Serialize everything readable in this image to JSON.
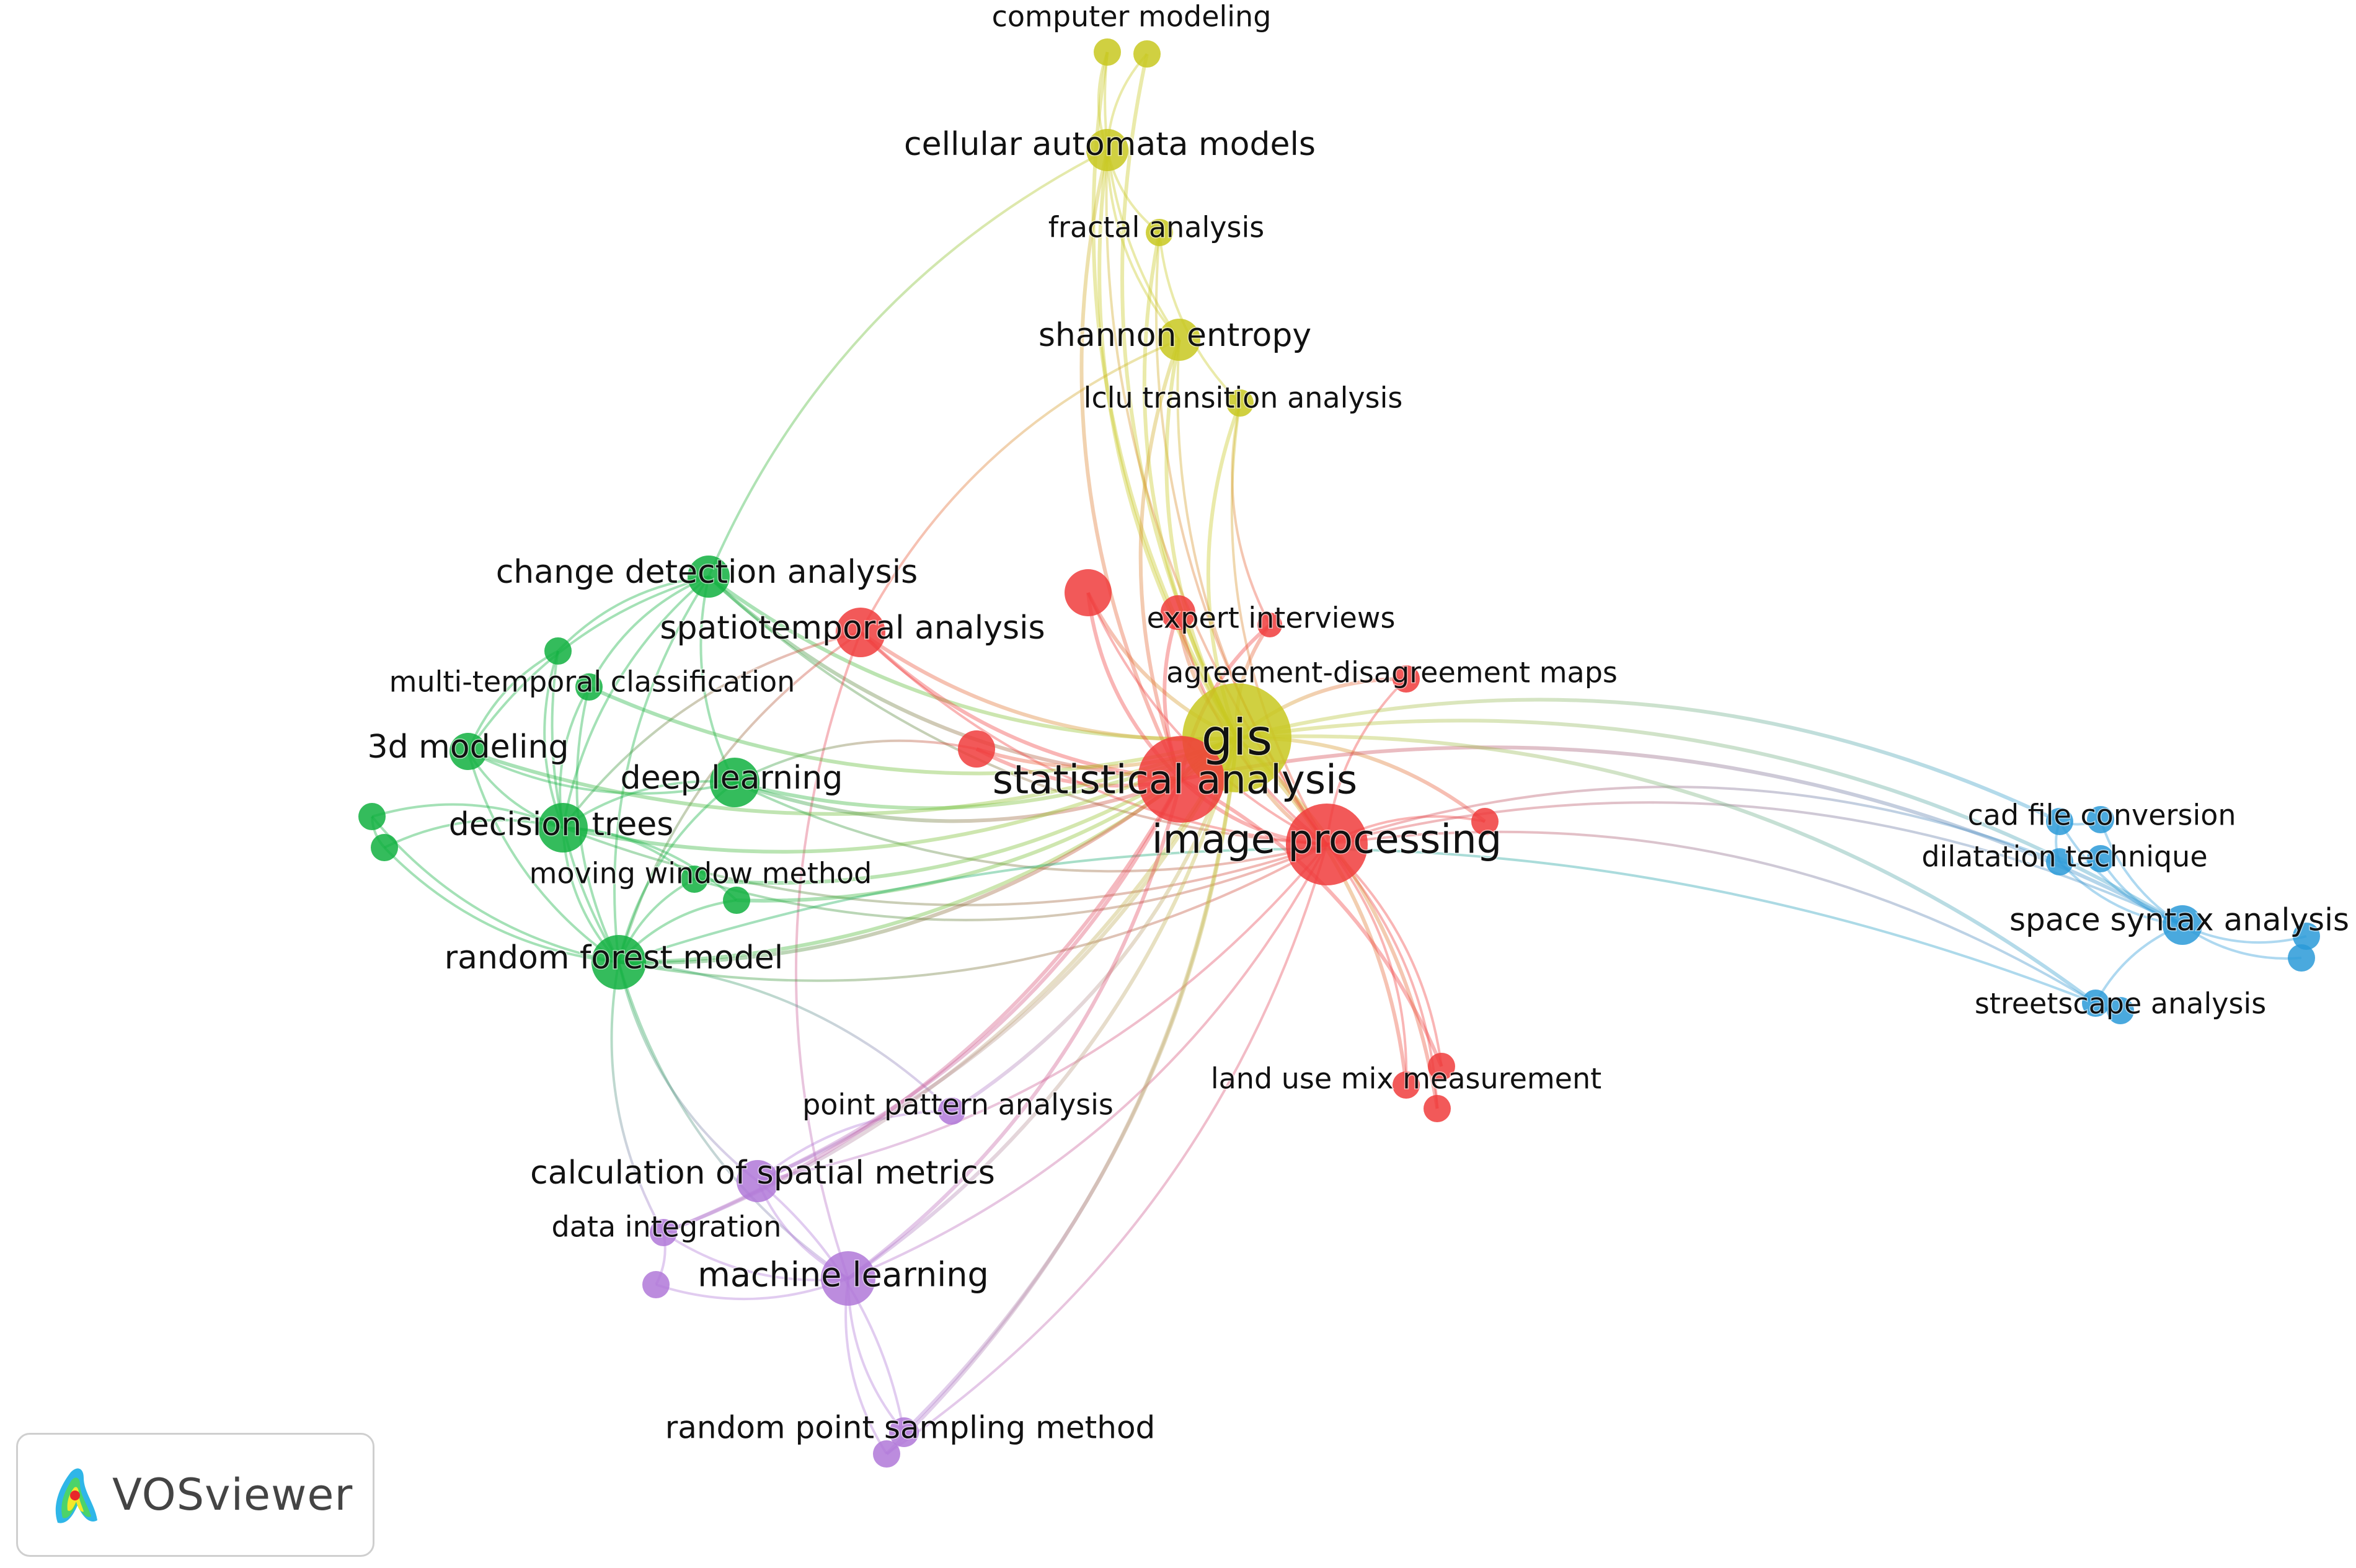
{
  "app": {
    "name": "VOSviewer"
  },
  "clusters": {
    "red": {
      "color": "#f03c3c"
    },
    "yellow": {
      "color": "#c8c820"
    },
    "green": {
      "color": "#10b040"
    },
    "blue": {
      "color": "#2a9ad8"
    },
    "purple": {
      "color": "#b078d8"
    }
  },
  "nodes": [
    {
      "id": "gis",
      "label": "gis",
      "cluster": "yellow"
    },
    {
      "id": "statistical_analysis",
      "label": "statistical analysis",
      "cluster": "red"
    },
    {
      "id": "image_processing",
      "label": "image processing",
      "cluster": "red"
    },
    {
      "id": "computer_modeling",
      "label": "computer modeling",
      "cluster": "yellow"
    },
    {
      "id": "computer_modeling_b",
      "label": "",
      "cluster": "yellow"
    },
    {
      "id": "cellular_automata_models",
      "label": "cellular automata models",
      "cluster": "yellow"
    },
    {
      "id": "fractal_analysis",
      "label": "fractal analysis",
      "cluster": "yellow"
    },
    {
      "id": "shannon_entropy",
      "label": "shannon entropy",
      "cluster": "yellow"
    },
    {
      "id": "lclu_transition_analysis",
      "label": "lclu transition analysis",
      "cluster": "yellow"
    },
    {
      "id": "change_detection_analysis",
      "label": "change detection analysis",
      "cluster": "green"
    },
    {
      "id": "spatiotemporal_analysis",
      "label": "spatiotemporal analysis",
      "cluster": "red"
    },
    {
      "id": "red_unlabeled_a",
      "label": "",
      "cluster": "red"
    },
    {
      "id": "expert_interviews",
      "label": "expert interviews",
      "cluster": "red"
    },
    {
      "id": "red_unlabeled_b",
      "label": "",
      "cluster": "red"
    },
    {
      "id": "agreement_disagreement_maps",
      "label": "agreement-disagreement maps",
      "cluster": "red"
    },
    {
      "id": "red_unlabeled_c",
      "label": "",
      "cluster": "red"
    },
    {
      "id": "red_unlabeled_d",
      "label": "",
      "cluster": "red"
    },
    {
      "id": "multi_temporal_classification",
      "label": "multi-temporal classification",
      "cluster": "green"
    },
    {
      "id": "green_unlabeled_a",
      "label": "",
      "cluster": "green"
    },
    {
      "id": "3d_modeling",
      "label": "3d modeling",
      "cluster": "green"
    },
    {
      "id": "deep_learning",
      "label": "deep learning",
      "cluster": "green"
    },
    {
      "id": "decision_trees",
      "label": "decision trees",
      "cluster": "green"
    },
    {
      "id": "green_unlabeled_b",
      "label": "",
      "cluster": "green"
    },
    {
      "id": "green_unlabeled_c",
      "label": "",
      "cluster": "green"
    },
    {
      "id": "moving_window_method",
      "label": "moving window method",
      "cluster": "green"
    },
    {
      "id": "green_unlabeled_d",
      "label": "",
      "cluster": "green"
    },
    {
      "id": "random_forest_model",
      "label": "random forest model",
      "cluster": "green"
    },
    {
      "id": "cad_file_conversion",
      "label": "cad file conversion",
      "cluster": "blue"
    },
    {
      "id": "blue_unlabeled_a",
      "label": "",
      "cluster": "blue"
    },
    {
      "id": "dilatation_technique",
      "label": "dilatation technique",
      "cluster": "blue"
    },
    {
      "id": "blue_unlabeled_b",
      "label": "",
      "cluster": "blue"
    },
    {
      "id": "space_syntax_analysis",
      "label": "space syntax analysis",
      "cluster": "blue"
    },
    {
      "id": "blue_unlabeled_c",
      "label": "",
      "cluster": "blue"
    },
    {
      "id": "blue_unlabeled_d",
      "label": "",
      "cluster": "blue"
    },
    {
      "id": "streetscape_analysis",
      "label": "streetscape analysis",
      "cluster": "blue"
    },
    {
      "id": "blue_unlabeled_e",
      "label": "",
      "cluster": "blue"
    },
    {
      "id": "land_use_mix_measurement",
      "label": "land use mix measurement",
      "cluster": "red"
    },
    {
      "id": "red_unlabeled_e",
      "label": "",
      "cluster": "red"
    },
    {
      "id": "red_unlabeled_f",
      "label": "",
      "cluster": "red"
    },
    {
      "id": "point_pattern_analysis",
      "label": "point pattern analysis",
      "cluster": "purple"
    },
    {
      "id": "calculation_of_spatial_metrics",
      "label": "calculation of spatial metrics",
      "cluster": "purple"
    },
    {
      "id": "data_integration",
      "label": "data integration",
      "cluster": "purple"
    },
    {
      "id": "purple_unlabeled_a",
      "label": "",
      "cluster": "purple"
    },
    {
      "id": "machine_learning",
      "label": "machine learning",
      "cluster": "purple"
    },
    {
      "id": "random_point_sampling_method",
      "label": "random point sampling method",
      "cluster": "purple"
    },
    {
      "id": "purple_unlabeled_b",
      "label": "",
      "cluster": "purple"
    }
  ],
  "links": [
    [
      "gis",
      "statistical_analysis"
    ],
    [
      "gis",
      "image_processing"
    ],
    [
      "statistical_analysis",
      "image_processing"
    ],
    [
      "computer_modeling",
      "cellular_automata_models"
    ],
    [
      "computer_modeling_b",
      "cellular_automata_models"
    ],
    [
      "computer_modeling",
      "gis"
    ],
    [
      "computer_modeling_b",
      "gis"
    ],
    [
      "computer_modeling",
      "shannon_entropy"
    ],
    [
      "cellular_automata_models",
      "gis"
    ],
    [
      "cellular_automata_models",
      "fractal_analysis"
    ],
    [
      "cellular_automata_models",
      "shannon_entropy"
    ],
    [
      "cellular_automata_models",
      "image_processing"
    ],
    [
      "cellular_automata_models",
      "change_detection_analysis"
    ],
    [
      "cellular_automata_models",
      "statistical_analysis"
    ],
    [
      "fractal_analysis",
      "gis"
    ],
    [
      "fractal_analysis",
      "image_processing"
    ],
    [
      "fractal_analysis",
      "lclu_transition_analysis"
    ],
    [
      "shannon_entropy",
      "gis"
    ],
    [
      "shannon_entropy",
      "image_processing"
    ],
    [
      "shannon_entropy",
      "statistical_analysis"
    ],
    [
      "shannon_entropy",
      "spatiotemporal_analysis"
    ],
    [
      "lclu_transition_analysis",
      "gis"
    ],
    [
      "lclu_transition_analysis",
      "image_processing"
    ],
    [
      "lclu_transition_analysis",
      "red_unlabeled_b"
    ],
    [
      "change_detection_analysis",
      "gis"
    ],
    [
      "change_detection_analysis",
      "statistical_analysis"
    ],
    [
      "change_detection_analysis",
      "image_processing"
    ],
    [
      "change_detection_analysis",
      "decision_trees"
    ],
    [
      "change_detection_analysis",
      "random_forest_model"
    ],
    [
      "change_detection_analysis",
      "deep_learning"
    ],
    [
      "change_detection_analysis",
      "3d_modeling"
    ],
    [
      "change_detection_analysis",
      "multi_temporal_classification"
    ],
    [
      "change_detection_analysis",
      "green_unlabeled_a"
    ],
    [
      "spatiotemporal_analysis",
      "gis"
    ],
    [
      "spatiotemporal_analysis",
      "statistical_analysis"
    ],
    [
      "spatiotemporal_analysis",
      "image_processing"
    ],
    [
      "spatiotemporal_analysis",
      "random_forest_model"
    ],
    [
      "spatiotemporal_analysis",
      "decision_trees"
    ],
    [
      "spatiotemporal_analysis",
      "machine_learning"
    ],
    [
      "red_unlabeled_a",
      "gis"
    ],
    [
      "red_unlabeled_a",
      "statistical_analysis"
    ],
    [
      "red_unlabeled_a",
      "image_processing"
    ],
    [
      "expert_interviews",
      "gis"
    ],
    [
      "expert_interviews",
      "statistical_analysis"
    ],
    [
      "expert_interviews",
      "image_processing"
    ],
    [
      "red_unlabeled_b",
      "gis"
    ],
    [
      "red_unlabeled_b",
      "statistical_analysis"
    ],
    [
      "agreement_disagreement_maps",
      "image_processing"
    ],
    [
      "agreement_disagreement_maps",
      "gis"
    ],
    [
      "red_unlabeled_c",
      "gis"
    ],
    [
      "red_unlabeled_c",
      "statistical_analysis"
    ],
    [
      "red_unlabeled_c",
      "deep_learning"
    ],
    [
      "red_unlabeled_d",
      "image_processing"
    ],
    [
      "red_unlabeled_d",
      "gis"
    ],
    [
      "multi_temporal_classification",
      "decision_trees"
    ],
    [
      "multi_temporal_classification",
      "random_forest_model"
    ],
    [
      "multi_temporal_classification",
      "gis"
    ],
    [
      "green_unlabeled_a",
      "decision_trees"
    ],
    [
      "green_unlabeled_a",
      "random_forest_model"
    ],
    [
      "green_unlabeled_a",
      "3d_modeling"
    ],
    [
      "3d_modeling",
      "decision_trees"
    ],
    [
      "3d_modeling",
      "random_forest_model"
    ],
    [
      "3d_modeling",
      "deep_learning"
    ],
    [
      "3d_modeling",
      "gis"
    ],
    [
      "deep_learning",
      "gis"
    ],
    [
      "deep_learning",
      "statistical_analysis"
    ],
    [
      "deep_learning",
      "image_processing"
    ],
    [
      "deep_learning",
      "decision_trees"
    ],
    [
      "deep_learning",
      "random_forest_model"
    ],
    [
      "decision_trees",
      "random_forest_model"
    ],
    [
      "decision_trees",
      "gis"
    ],
    [
      "decision_trees",
      "image_processing"
    ],
    [
      "decision_trees",
      "green_unlabeled_b"
    ],
    [
      "decision_trees",
      "green_unlabeled_c"
    ],
    [
      "green_unlabeled_b",
      "random_forest_model"
    ],
    [
      "green_unlabeled_c",
      "random_forest_model"
    ],
    [
      "green_unlabeled_b",
      "green_unlabeled_c"
    ],
    [
      "moving_window_method",
      "decision_trees"
    ],
    [
      "moving_window_method",
      "random_forest_model"
    ],
    [
      "moving_window_method",
      "gis"
    ],
    [
      "moving_window_method",
      "image_processing"
    ],
    [
      "green_unlabeled_d",
      "random_forest_model"
    ],
    [
      "green_unlabeled_d",
      "gis"
    ],
    [
      "green_unlabeled_d",
      "decision_trees"
    ],
    [
      "random_forest_model",
      "gis"
    ],
    [
      "random_forest_model",
      "statistical_analysis"
    ],
    [
      "random_forest_model",
      "image_processing"
    ],
    [
      "random_forest_model",
      "machine_learning"
    ],
    [
      "random_forest_model",
      "data_integration"
    ],
    [
      "random_forest_model",
      "calculation_of_spatial_metrics"
    ],
    [
      "cad_file_conversion",
      "blue_unlabeled_a"
    ],
    [
      "cad_file_conversion",
      "dilatation_technique"
    ],
    [
      "cad_file_conversion",
      "space_syntax_analysis"
    ],
    [
      "cad_file_conversion",
      "gis"
    ],
    [
      "dilatation_technique",
      "blue_unlabeled_b"
    ],
    [
      "dilatation_technique",
      "space_syntax_analysis"
    ],
    [
      "dilatation_technique",
      "image_processing"
    ],
    [
      "blue_unlabeled_a",
      "space_syntax_analysis"
    ],
    [
      "blue_unlabeled_b",
      "space_syntax_analysis"
    ],
    [
      "space_syntax_analysis",
      "blue_unlabeled_c"
    ],
    [
      "space_syntax_analysis",
      "blue_unlabeled_d"
    ],
    [
      "space_syntax_analysis",
      "streetscape_analysis"
    ],
    [
      "space_syntax_analysis",
      "gis"
    ],
    [
      "space_syntax_analysis",
      "image_processing"
    ],
    [
      "space_syntax_analysis",
      "statistical_analysis"
    ],
    [
      "streetscape_analysis",
      "blue_unlabeled_e"
    ],
    [
      "streetscape_analysis",
      "gis"
    ],
    [
      "streetscape_analysis",
      "image_processing"
    ],
    [
      "streetscape_analysis",
      "random_forest_model"
    ],
    [
      "land_use_mix_measurement",
      "image_processing"
    ],
    [
      "land_use_mix_measurement",
      "gis"
    ],
    [
      "red_unlabeled_e",
      "image_processing"
    ],
    [
      "red_unlabeled_e",
      "statistical_analysis"
    ],
    [
      "red_unlabeled_f",
      "image_processing"
    ],
    [
      "red_unlabeled_f",
      "gis"
    ],
    [
      "point_pattern_analysis",
      "gis"
    ],
    [
      "point_pattern_analysis",
      "random_forest_model"
    ],
    [
      "point_pattern_analysis",
      "calculation_of_spatial_metrics"
    ],
    [
      "calculation_of_spatial_metrics",
      "gis"
    ],
    [
      "calculation_of_spatial_metrics",
      "statistical_analysis"
    ],
    [
      "calculation_of_spatial_metrics",
      "image_processing"
    ],
    [
      "calculation_of_spatial_metrics",
      "machine_learning"
    ],
    [
      "data_integration",
      "machine_learning"
    ],
    [
      "data_integration",
      "gis"
    ],
    [
      "data_integration",
      "statistical_analysis"
    ],
    [
      "purple_unlabeled_a",
      "machine_learning"
    ],
    [
      "purple_unlabeled_a",
      "data_integration"
    ],
    [
      "machine_learning",
      "gis"
    ],
    [
      "machine_learning",
      "statistical_analysis"
    ],
    [
      "machine_learning",
      "image_processing"
    ],
    [
      "machine_learning",
      "random_point_sampling_method"
    ],
    [
      "machine_learning",
      "purple_unlabeled_b"
    ],
    [
      "random_point_sampling_method",
      "gis"
    ],
    [
      "random_point_sampling_method",
      "calculation_of_spatial_metrics"
    ],
    [
      "purple_unlabeled_b",
      "image_processing"
    ],
    [
      "purple_unlabeled_b",
      "gis"
    ]
  ]
}
